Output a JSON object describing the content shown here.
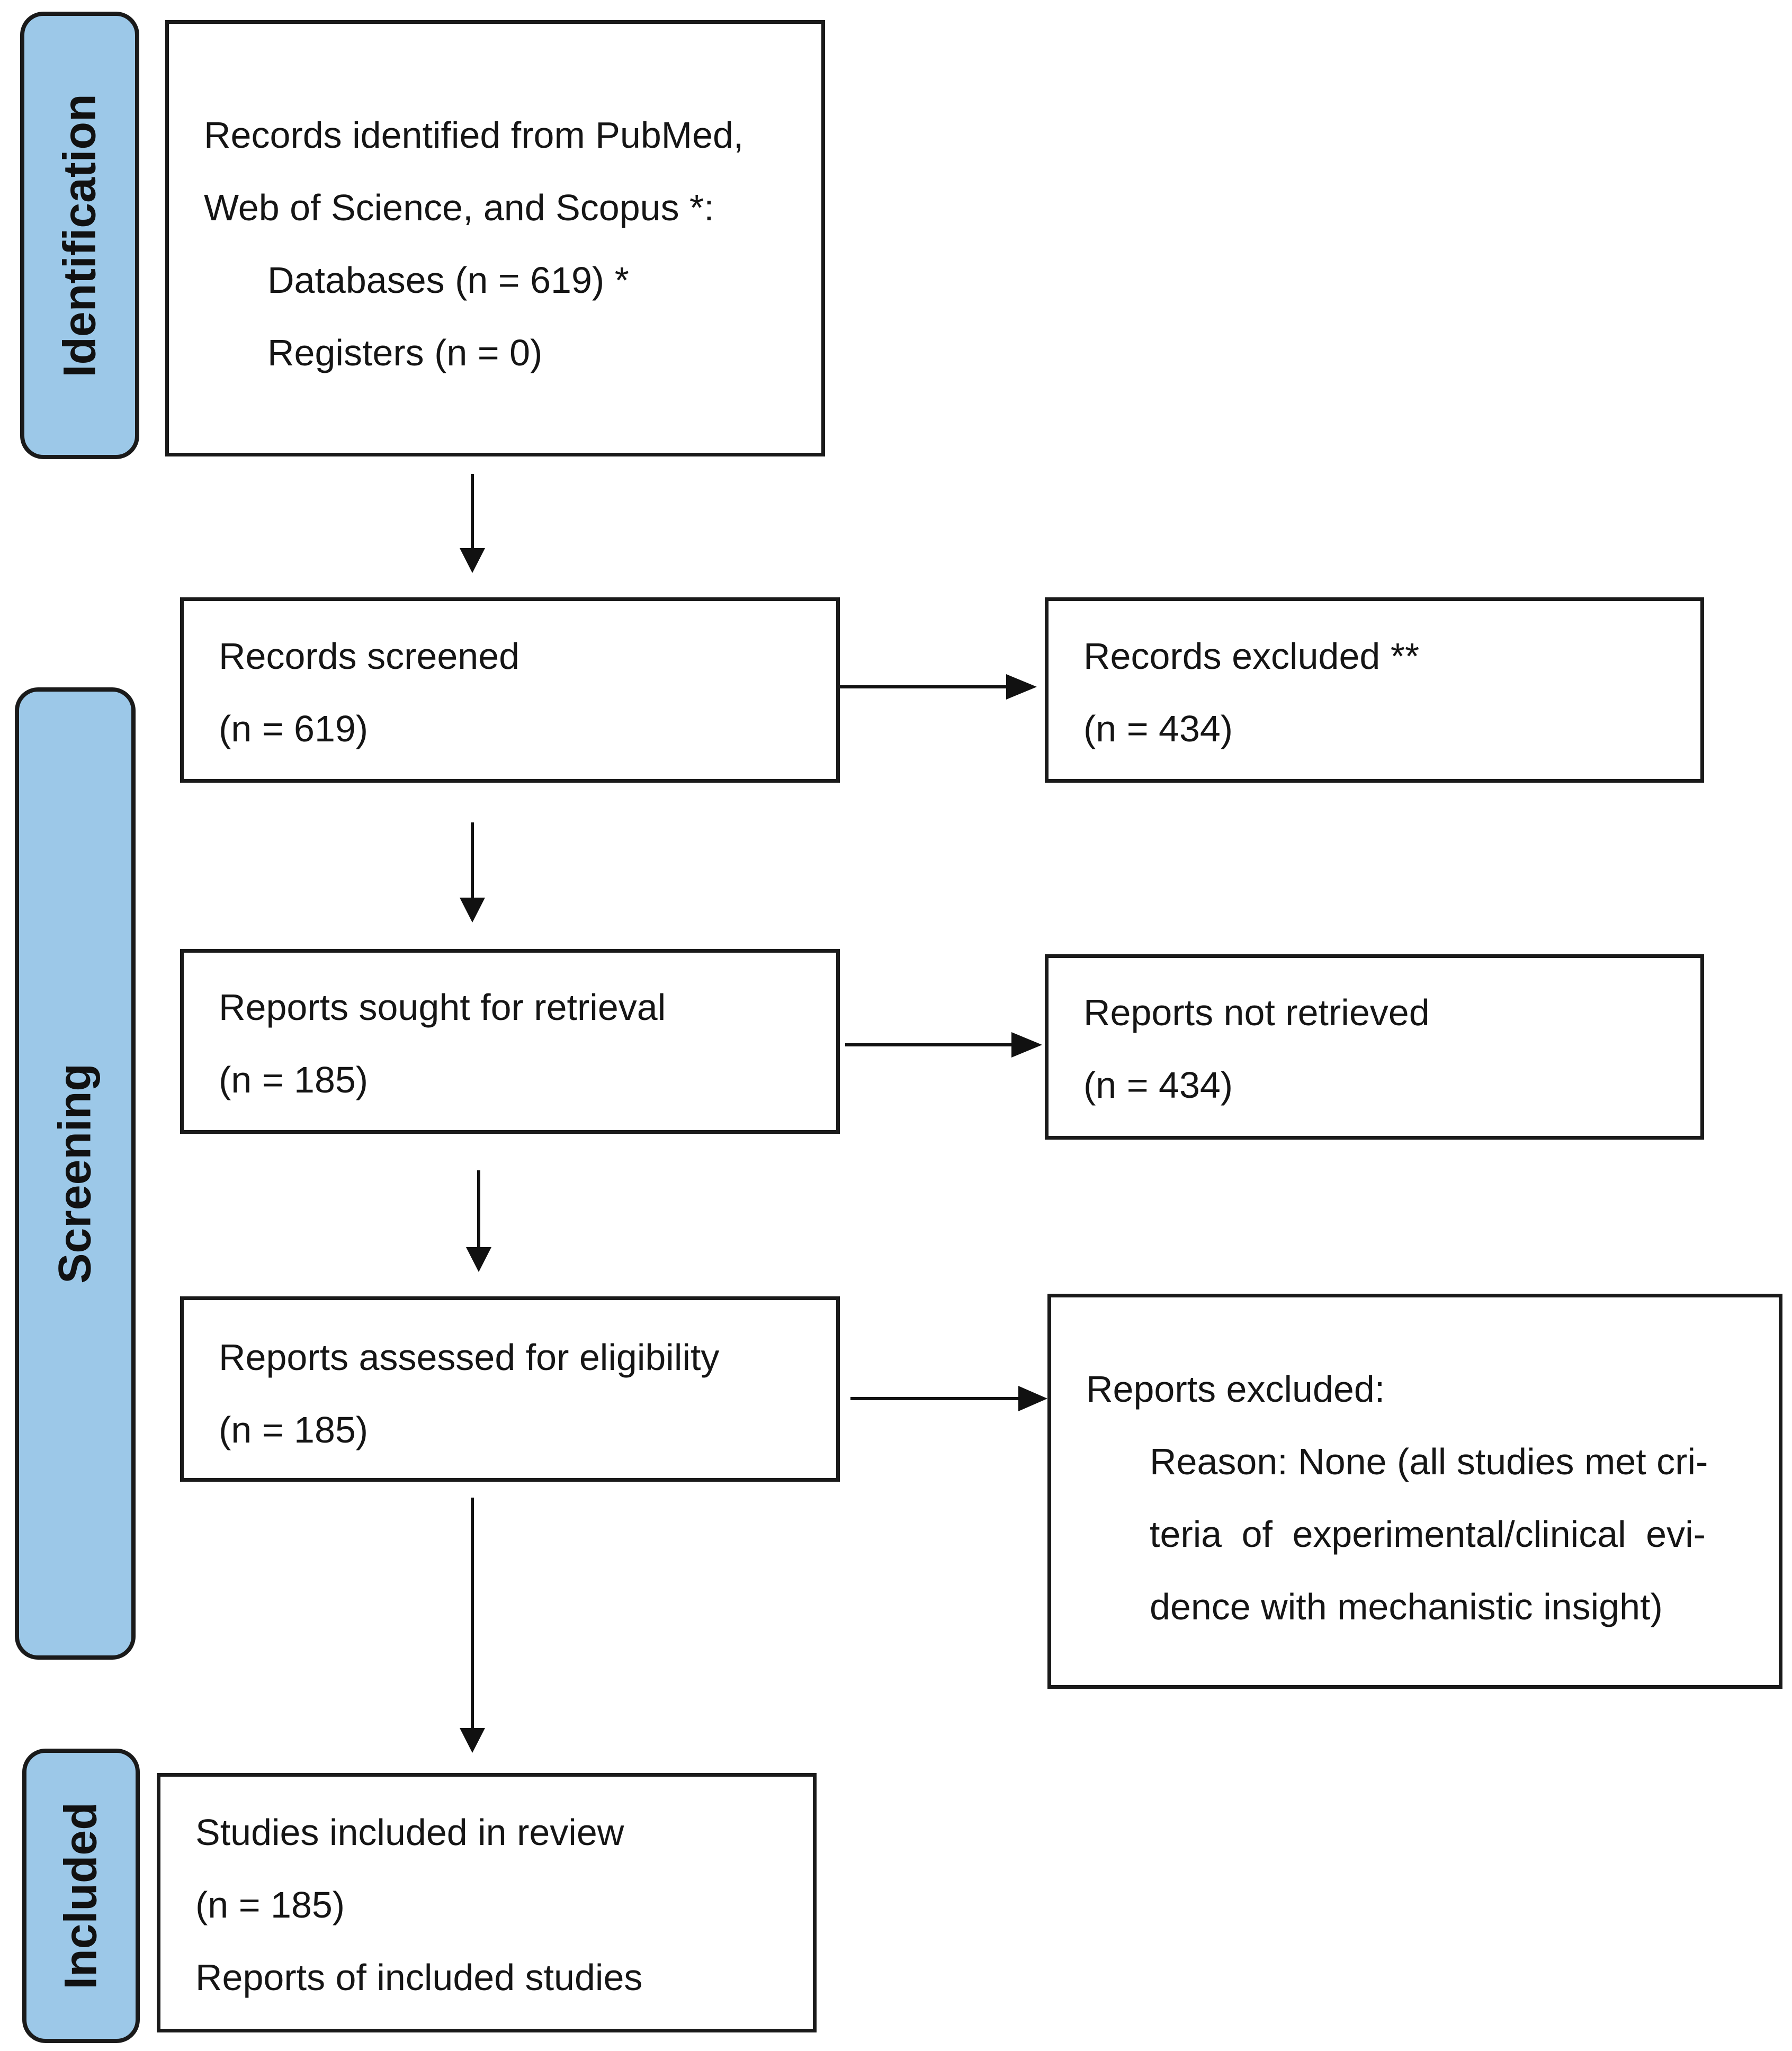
{
  "phases": {
    "identification": "Identification",
    "screening": "Screening",
    "included": "Included"
  },
  "identification": {
    "line1": "Records identified from PubMed,",
    "line2": "Web of Science, and Scopus *:",
    "databases": "Databases (n = 619) *",
    "registers": "Registers (n = 0)"
  },
  "screened": {
    "title": "Records screened",
    "count": "(n = 619)"
  },
  "excluded": {
    "title": "Records excluded **",
    "count": "(n = 434)"
  },
  "sought": {
    "title": "Reports sought for retrieval",
    "count": "(n = 185)"
  },
  "not_retrieved": {
    "title": "Reports not retrieved",
    "count": "(n = 434)"
  },
  "assessed": {
    "title": "Reports assessed for eligibility",
    "count": "(n = 185)"
  },
  "reports_excluded": {
    "title": "Reports excluded:",
    "reason_line1": "Reason: None (all studies met cri-",
    "reason_line2": "teria of experimental/clinical evi-",
    "reason_line3": "dence with mechanistic insight)"
  },
  "included": {
    "title": "Studies included in review",
    "count": "(n = 185)",
    "reports": "Reports of included studies"
  }
}
